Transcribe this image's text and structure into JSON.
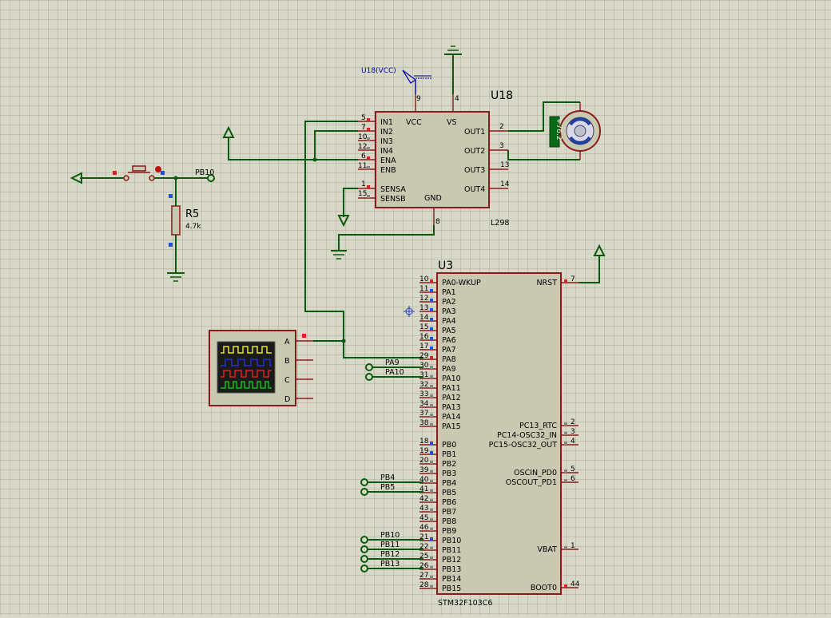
{
  "schematic": {
    "u18": {
      "ref": "U18",
      "part": "L298",
      "vcc_label": "U18(VCC)",
      "left_pins": [
        {
          "num": "5",
          "name": "IN1"
        },
        {
          "num": "7",
          "name": "IN2"
        },
        {
          "num": "10",
          "name": "IN3"
        },
        {
          "num": "12",
          "name": "IN4"
        },
        {
          "num": "6",
          "name": "ENA"
        },
        {
          "num": "11",
          "name": "ENB"
        },
        {
          "num": "1",
          "name": "SENSA"
        },
        {
          "num": "15",
          "name": "SENSB"
        }
      ],
      "top_pins": [
        {
          "num": "9",
          "name": "VCC"
        },
        {
          "num": "4",
          "name": "VS"
        }
      ],
      "right_pins": [
        {
          "num": "2",
          "name": "OUT1"
        },
        {
          "num": "3",
          "name": "OUT2"
        },
        {
          "num": "13",
          "name": "OUT3"
        },
        {
          "num": "14",
          "name": "OUT4"
        }
      ],
      "bottom_pin": {
        "num": "8",
        "name": "GND"
      }
    },
    "motor": {
      "value": "+76.2"
    },
    "r5": {
      "ref": "R5",
      "value": "4.7k"
    },
    "button_net": "PB10",
    "u3": {
      "ref": "U3",
      "part": "STM32F103C6",
      "left_pins": [
        {
          "num": "10",
          "name": "PA0-WKUP"
        },
        {
          "num": "11",
          "name": "PA1"
        },
        {
          "num": "12",
          "name": "PA2"
        },
        {
          "num": "13",
          "name": "PA3"
        },
        {
          "num": "14",
          "name": "PA4"
        },
        {
          "num": "15",
          "name": "PA5"
        },
        {
          "num": "16",
          "name": "PA6"
        },
        {
          "num": "17",
          "name": "PA7"
        },
        {
          "num": "29",
          "name": "PA8"
        },
        {
          "num": "30",
          "name": "PA9"
        },
        {
          "num": "31",
          "name": "PA10"
        },
        {
          "num": "32",
          "name": "PA11"
        },
        {
          "num": "33",
          "name": "PA12"
        },
        {
          "num": "34",
          "name": "PA13"
        },
        {
          "num": "37",
          "name": "PA14"
        },
        {
          "num": "38",
          "name": "PA15"
        },
        {
          "num": "18",
          "name": "PB0"
        },
        {
          "num": "19",
          "name": "PB1"
        },
        {
          "num": "20",
          "name": "PB2"
        },
        {
          "num": "39",
          "name": "PB3"
        },
        {
          "num": "40",
          "name": "PB4"
        },
        {
          "num": "41",
          "name": "PB5"
        },
        {
          "num": "42",
          "name": "PB6"
        },
        {
          "num": "43",
          "name": "PB7"
        },
        {
          "num": "45",
          "name": "PB8"
        },
        {
          "num": "46",
          "name": "PB9"
        },
        {
          "num": "21",
          "name": "PB10"
        },
        {
          "num": "22",
          "name": "PB11"
        },
        {
          "num": "25",
          "name": "PB12"
        },
        {
          "num": "26",
          "name": "PB13"
        },
        {
          "num": "27",
          "name": "PB14"
        },
        {
          "num": "28",
          "name": "PB15"
        }
      ],
      "right_pins": [
        {
          "num": "7",
          "name": "NRST"
        },
        {
          "num": "2",
          "name": "PC13_RTC"
        },
        {
          "num": "3",
          "name": "PC14-OSC32_IN"
        },
        {
          "num": "4",
          "name": "PC15-OSC32_OUT"
        },
        {
          "num": "5",
          "name": "OSCIN_PD0"
        },
        {
          "num": "6",
          "name": "OSCOUT_PD1"
        },
        {
          "num": "1",
          "name": "VBAT"
        },
        {
          "num": "44",
          "name": "BOOT0"
        }
      ]
    },
    "net_labels": [
      "PA9",
      "PA10",
      "PB4",
      "PB5",
      "PB10",
      "PB11",
      "PB12",
      "PB13"
    ],
    "scope": {
      "channels": [
        "A",
        "B",
        "C",
        "D"
      ]
    }
  }
}
